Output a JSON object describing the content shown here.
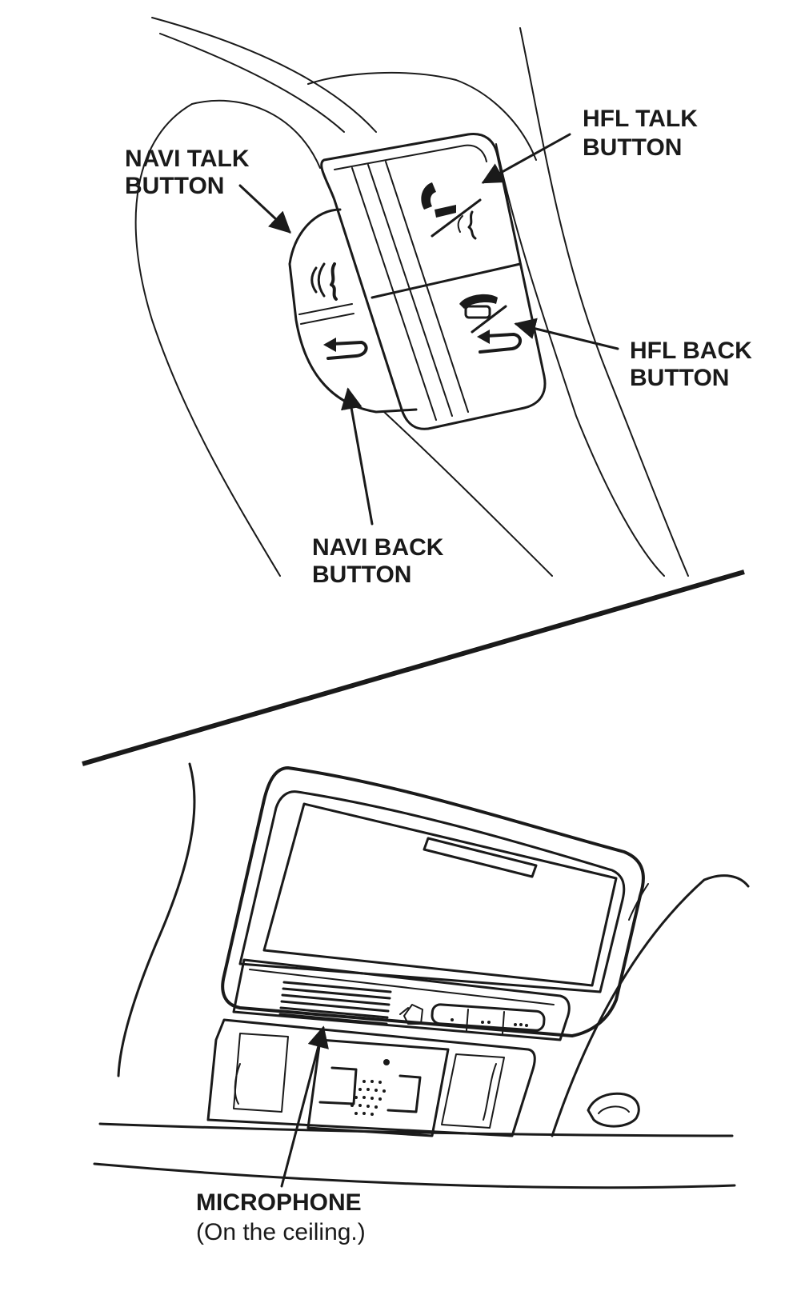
{
  "labels": {
    "navi_talk": [
      "NAVI TALK",
      "BUTTON"
    ],
    "hfl_talk": [
      "HFL TALK",
      "BUTTON"
    ],
    "hfl_back": [
      "HFL BACK",
      "BUTTON"
    ],
    "navi_back": [
      "NAVI BACK",
      "BUTTON"
    ],
    "microphone": "MICROPHONE",
    "microphone_note": "(On the ceiling.)"
  },
  "colors": {
    "ink": "#1a1a1a",
    "paper": "#ffffff"
  }
}
